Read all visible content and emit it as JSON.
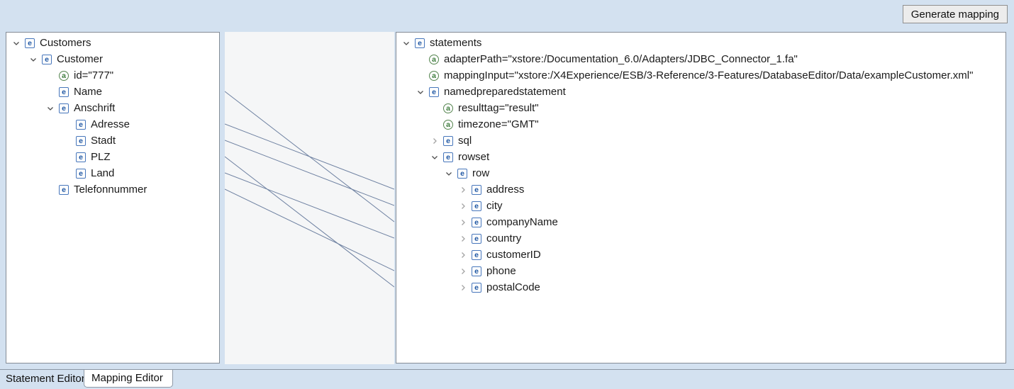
{
  "toolbar": {
    "generate_button_label": "Generate mapping"
  },
  "source_tree": {
    "rows": [
      {
        "level": 0,
        "toggle": "expanded",
        "type": "element",
        "label": "Customers"
      },
      {
        "level": 1,
        "toggle": "expanded",
        "type": "element",
        "label": "Customer"
      },
      {
        "level": 2,
        "toggle": "none",
        "type": "attribute",
        "label": "id=\"777\""
      },
      {
        "level": 2,
        "toggle": "none",
        "type": "element",
        "label": "Name"
      },
      {
        "level": 2,
        "toggle": "expanded",
        "type": "element",
        "label": "Anschrift"
      },
      {
        "level": 3,
        "toggle": "none",
        "type": "element",
        "label": "Adresse"
      },
      {
        "level": 3,
        "toggle": "none",
        "type": "element",
        "label": "Stadt"
      },
      {
        "level": 3,
        "toggle": "none",
        "type": "element",
        "label": "PLZ"
      },
      {
        "level": 3,
        "toggle": "none",
        "type": "element",
        "label": "Land"
      },
      {
        "level": 2,
        "toggle": "none",
        "type": "element",
        "label": "Telefonnummer"
      }
    ]
  },
  "target_tree": {
    "rows": [
      {
        "level": 0,
        "toggle": "expanded",
        "type": "element",
        "label": "statements"
      },
      {
        "level": 1,
        "toggle": "none",
        "type": "attribute",
        "label": "adapterPath=\"xstore:/Documentation_6.0/Adapters/JDBC_Connector_1.fa\""
      },
      {
        "level": 1,
        "toggle": "none",
        "type": "attribute",
        "label": "mappingInput=\"xstore:/X4Experience/ESB/3-Reference/3-Features/DatabaseEditor/Data/exampleCustomer.xml\""
      },
      {
        "level": 1,
        "toggle": "expanded",
        "type": "element",
        "label": "namedpreparedstatement"
      },
      {
        "level": 2,
        "toggle": "none",
        "type": "attribute",
        "label": "resulttag=\"result\""
      },
      {
        "level": 2,
        "toggle": "none",
        "type": "attribute",
        "label": "timezone=\"GMT\""
      },
      {
        "level": 2,
        "toggle": "collapsed",
        "type": "element",
        "label": "sql"
      },
      {
        "level": 2,
        "toggle": "expanded",
        "type": "element",
        "label": "rowset"
      },
      {
        "level": 3,
        "toggle": "expanded",
        "type": "element",
        "label": "row"
      },
      {
        "level": 4,
        "toggle": "collapsed",
        "type": "element",
        "label": "address"
      },
      {
        "level": 4,
        "toggle": "collapsed",
        "type": "element",
        "label": "city"
      },
      {
        "level": 4,
        "toggle": "collapsed",
        "type": "element",
        "label": "companyName"
      },
      {
        "level": 4,
        "toggle": "collapsed",
        "type": "element",
        "label": "country"
      },
      {
        "level": 4,
        "toggle": "collapsed",
        "type": "element",
        "label": "customerID"
      },
      {
        "level": 4,
        "toggle": "collapsed",
        "type": "element",
        "label": "phone"
      },
      {
        "level": 4,
        "toggle": "collapsed",
        "type": "element",
        "label": "postalCode"
      }
    ]
  },
  "mappings": [
    {
      "source": "Name",
      "target": "companyName"
    },
    {
      "source": "Adresse",
      "target": "address"
    },
    {
      "source": "Stadt",
      "target": "city"
    },
    {
      "source": "PLZ",
      "target": "postalCode"
    },
    {
      "source": "Land",
      "target": "country"
    },
    {
      "source": "Telefonnummer",
      "target": "phone"
    }
  ],
  "tabs": [
    {
      "label": "Statement Editor",
      "active": false
    },
    {
      "label": "Mapping Editor",
      "active": true
    }
  ],
  "icons": {
    "element_glyph": "e",
    "attribute_glyph": "a"
  },
  "colors": {
    "background": "#d3e1f0",
    "canvas": "#f5f6f7",
    "mapping_line": "#6e81a1",
    "element_icon_blue": "#1f57a4",
    "attribute_icon_green": "#3e7d3d",
    "panel_border": "#848c96"
  }
}
